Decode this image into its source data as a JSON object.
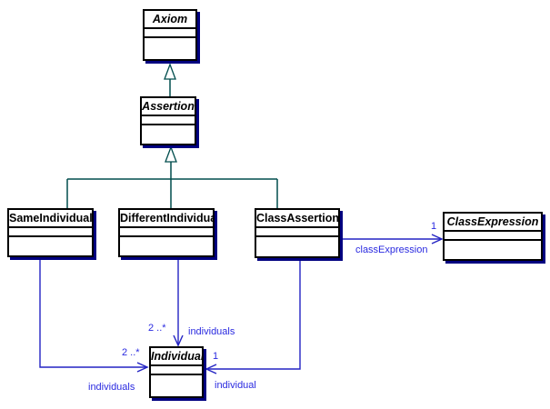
{
  "colors": {
    "background": "#ffffff",
    "box_fill": "#ffffff",
    "box_border": "#000000",
    "shadow": "#000080",
    "inheritance_line": "#004d4d",
    "association_line": "#2323c3",
    "label_text": "#2a2ae0",
    "class_text": "#000000"
  },
  "classes": {
    "axiom": {
      "name": "Axiom",
      "abstract": true
    },
    "assertion": {
      "name": "Assertion",
      "abstract": true
    },
    "same_individual": {
      "name": "SameIndividual",
      "abstract": false
    },
    "different_individuals": {
      "name": "DifferentIndividuals",
      "abstract": false
    },
    "class_assertion": {
      "name": "ClassAssertion",
      "abstract": false
    },
    "class_expression": {
      "name": "ClassExpression",
      "abstract": true
    },
    "individual": {
      "name": "Individual",
      "abstract": true
    }
  },
  "associations": {
    "classassertion_classexpression": {
      "role": "classExpression",
      "multiplicity": "1"
    },
    "differentindividuals_individual": {
      "role": "individuals",
      "multiplicity": "2 ..*"
    },
    "sameindividual_individual": {
      "role": "individuals",
      "multiplicity": "2 ..*"
    },
    "classassertion_individual": {
      "role": "individual",
      "multiplicity": "1"
    }
  }
}
